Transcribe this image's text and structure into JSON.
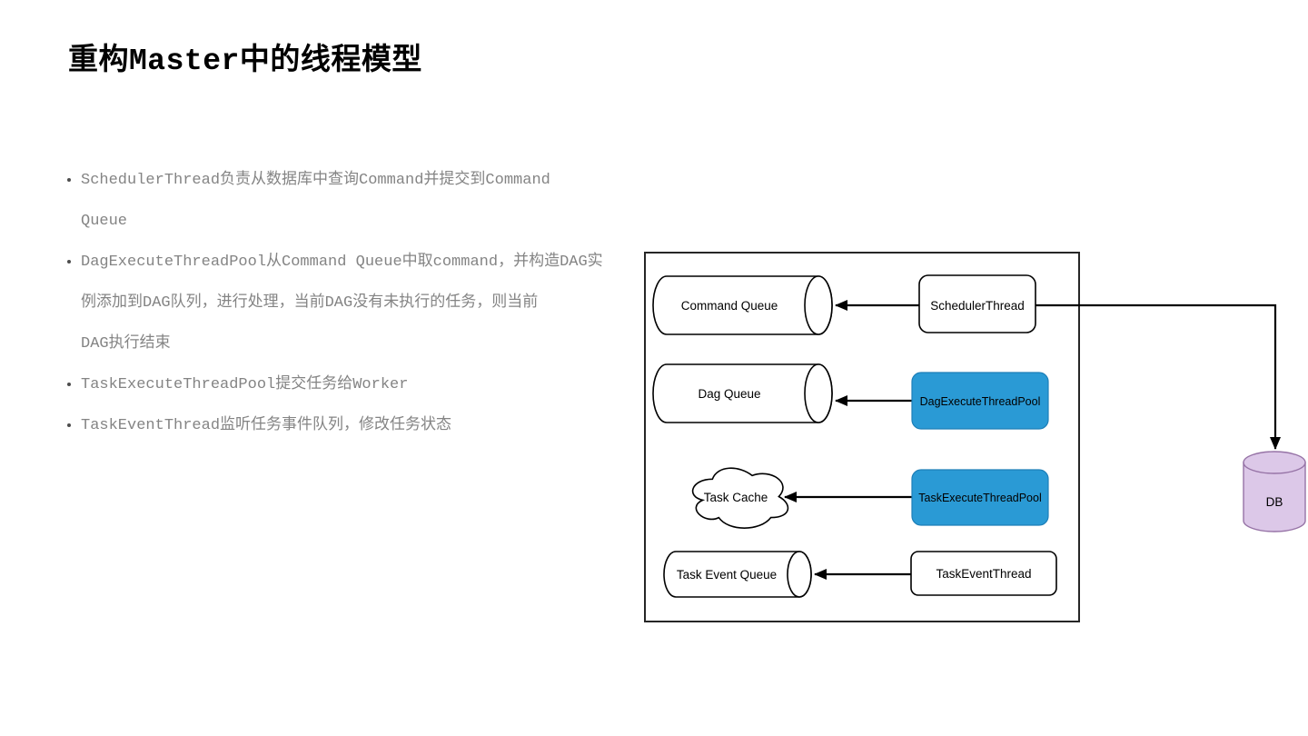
{
  "title": "重构Master中的线程模型",
  "bullets": [
    {
      "lines": [
        "SchedulerThread负责从数据库中查询Command并提交到Command",
        "Queue"
      ]
    },
    {
      "lines": [
        "DagExecuteThreadPool从Command Queue中取command，并构造DAG实",
        "例添加到DAG队列，进行处理，当前DAG没有未执行的任务，则当前",
        "DAG执行结束"
      ]
    },
    {
      "lines": [
        "TaskExecuteThreadPool提交任务给Worker"
      ]
    },
    {
      "lines": [
        "TaskEventThread监听任务事件队列，修改任务状态"
      ]
    }
  ],
  "diagram": {
    "nodes": {
      "command_queue": "Command Queue",
      "scheduler_thread": "SchedulerThread",
      "dag_queue": "Dag Queue",
      "dag_execute_thread_pool": "DagExecuteThreadPool",
      "task_cache": "Task Cache",
      "task_execute_thread_pool": "TaskExecuteThreadPool",
      "task_event_queue": "Task Event Queue",
      "task_event_thread": "TaskEventThread",
      "db": "DB"
    },
    "colors": {
      "thread_pool_fill": "#2A9AD5",
      "thread_pool_stroke": "#1E7FB8",
      "thread_pool_text": "#FFFFFF",
      "db_fill": "#DCC8E8",
      "db_stroke": "#9673A6",
      "shape_stroke": "#000000",
      "frame_stroke": "#262626"
    }
  }
}
